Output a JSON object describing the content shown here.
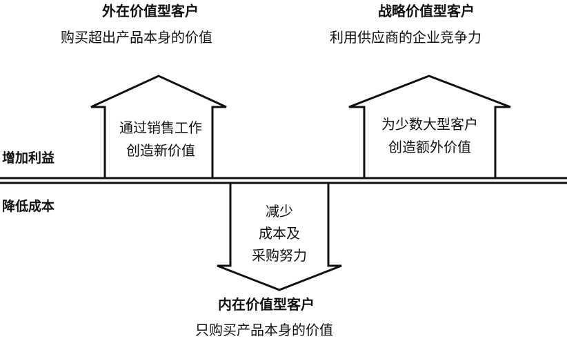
{
  "top_left": {
    "title": "外在价值型客户",
    "subtitle": "购买超出产品本身的价值",
    "box_line1": "通过销售工作",
    "box_line2": "创造新价值"
  },
  "top_right": {
    "title": "战略价值型客户",
    "subtitle": "利用供应商的企业竞争力",
    "box_line1": "为少数大型客户",
    "box_line2": "创造额外价值"
  },
  "bottom": {
    "box_line1": "减少",
    "box_line2": "成本及",
    "box_line3": "采购努力",
    "title": "内在价值型客户",
    "subtitle": "只购买产品本身的价值"
  },
  "side_labels": {
    "increase": "增加利益",
    "decrease": "降低成本"
  }
}
